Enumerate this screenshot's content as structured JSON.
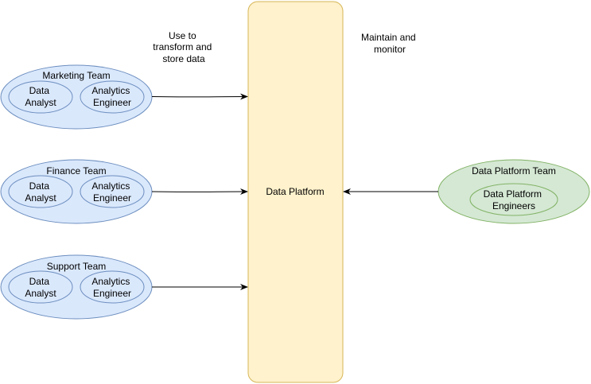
{
  "colors": {
    "team_fill": "#dae8fc",
    "team_stroke": "#6c8ebf",
    "platform_team_fill": "#d5e8d4",
    "platform_team_stroke": "#82b366",
    "platform_fill": "#fff2cc",
    "platform_stroke": "#d6b656",
    "arrow": "#000000"
  },
  "platform": {
    "label": "Data Platform"
  },
  "annotations": {
    "use": [
      "Use to",
      "transform and",
      "store data"
    ],
    "maintain": [
      "Maintain and",
      "monitor"
    ]
  },
  "teams": [
    {
      "name": "Marketing Team",
      "roles": [
        [
          "Data",
          "Analyst"
        ],
        [
          "Analytics",
          "Engineer"
        ]
      ]
    },
    {
      "name": "Finance Team",
      "roles": [
        [
          "Data",
          "Analyst"
        ],
        [
          "Analytics",
          "Engineer"
        ]
      ]
    },
    {
      "name": "Support Team",
      "roles": [
        [
          "Data",
          "Analyst"
        ],
        [
          "Analytics",
          "Engineer"
        ]
      ]
    }
  ],
  "platform_team": {
    "name": "Data Platform Team",
    "roles": [
      [
        "Data Platform",
        "Engineers"
      ]
    ]
  }
}
